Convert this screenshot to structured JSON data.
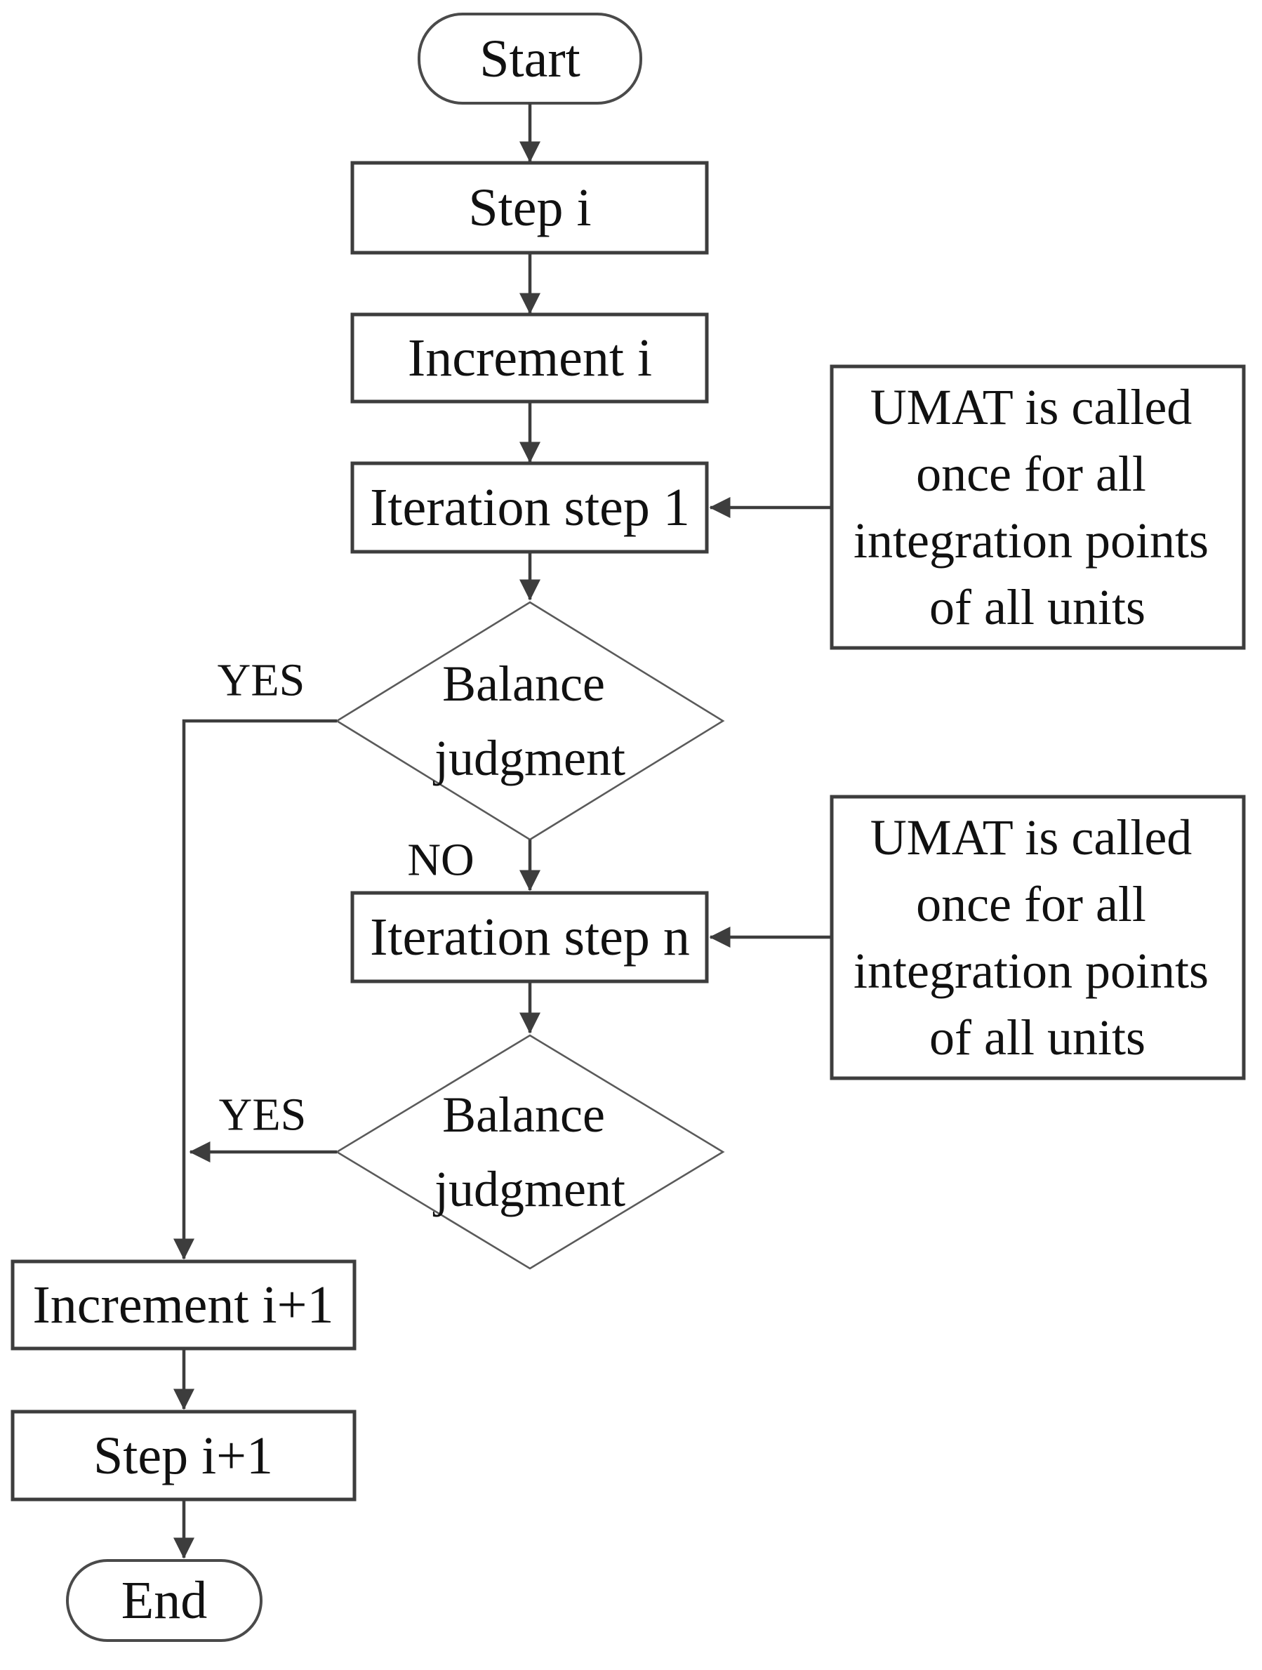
{
  "figure": {
    "type": "flowchart",
    "background": "#ffffff",
    "stroke_color": "#3d3d3d",
    "text_color": "#111111",
    "nodes": {
      "start": {
        "shape": "terminator",
        "label": "Start"
      },
      "step_i": {
        "shape": "process",
        "label": "Step i"
      },
      "increment_i": {
        "shape": "process",
        "label": "Increment i"
      },
      "iteration_step_1": {
        "shape": "process",
        "label": "Iteration step 1"
      },
      "umat_note_1": {
        "shape": "process",
        "label": "UMAT is called once for all integration points of all units",
        "lines": [
          "UMAT is called",
          "once for all",
          "integration points",
          "of all units"
        ]
      },
      "balance_judgment_1": {
        "shape": "decision",
        "label": "Balance judgment",
        "lines": [
          "Balance",
          "judgment"
        ]
      },
      "iteration_step_n": {
        "shape": "process",
        "label": "Iteration step n"
      },
      "umat_note_2": {
        "shape": "process",
        "label": "UMAT is called once for all integration points of all units",
        "lines": [
          "UMAT is called",
          "once for all",
          "integration points",
          "of all units"
        ]
      },
      "balance_judgment_2": {
        "shape": "decision",
        "label": "Balance judgment",
        "lines": [
          "Balance",
          "judgment"
        ]
      },
      "increment_i_plus_1": {
        "shape": "process",
        "label": "Increment i+1"
      },
      "step_i_plus_1": {
        "shape": "process",
        "label": "Step i+1"
      },
      "end": {
        "shape": "terminator",
        "label": "End"
      }
    },
    "edge_labels": {
      "yes_1": "YES",
      "no_1": "NO",
      "yes_2": "YES"
    },
    "edges": [
      {
        "from": "start",
        "to": "step_i",
        "label": ""
      },
      {
        "from": "step_i",
        "to": "increment_i",
        "label": ""
      },
      {
        "from": "increment_i",
        "to": "iteration_step_1",
        "label": ""
      },
      {
        "from": "umat_note_1",
        "to": "iteration_step_1",
        "label": ""
      },
      {
        "from": "iteration_step_1",
        "to": "balance_judgment_1",
        "label": ""
      },
      {
        "from": "balance_judgment_1",
        "to": "increment_i_plus_1",
        "label": "YES"
      },
      {
        "from": "balance_judgment_1",
        "to": "iteration_step_n",
        "label": "NO"
      },
      {
        "from": "umat_note_2",
        "to": "iteration_step_n",
        "label": ""
      },
      {
        "from": "iteration_step_n",
        "to": "balance_judgment_2",
        "label": ""
      },
      {
        "from": "balance_judgment_2",
        "to": "increment_i_plus_1",
        "label": "YES"
      },
      {
        "from": "increment_i_plus_1",
        "to": "step_i_plus_1",
        "label": ""
      },
      {
        "from": "step_i_plus_1",
        "to": "end",
        "label": ""
      }
    ]
  }
}
